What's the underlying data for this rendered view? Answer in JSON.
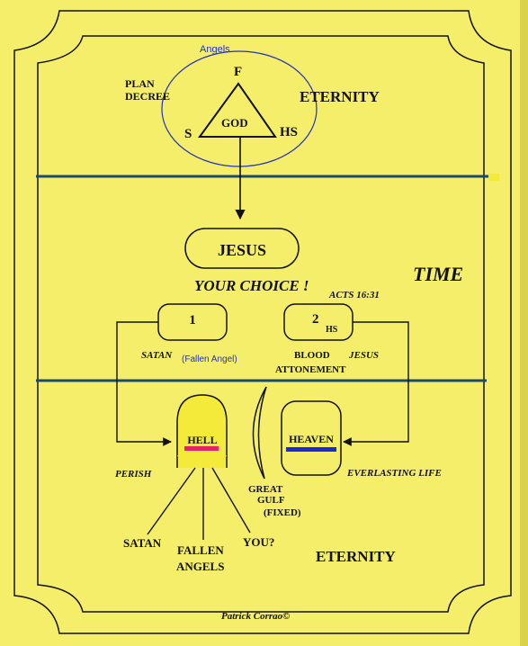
{
  "colors": {
    "background": "#f5ee6b",
    "line": "#111111",
    "divider": "#1a4b6e",
    "hell_fill": "#f3ea3a",
    "hell_bar": "#e0226a",
    "heaven_bar": "#1a2ad8",
    "angels_text": "#2233bb"
  },
  "top": {
    "angels": "Angels",
    "plan": "PLAN",
    "decree": "DECREE",
    "f": "F",
    "god": "GOD",
    "s": "S",
    "hs": "HS",
    "eternity": "ETERNITY"
  },
  "middle": {
    "jesus": "JESUS",
    "your_choice": "YOUR CHOICE !",
    "time": "TIME",
    "acts": "ACTS 16:31",
    "choice1": "1",
    "choice2": "2",
    "choice2_sub": "HS",
    "satan": "SATAN",
    "fallen_angel": "(Fallen Angel)",
    "blood": "BLOOD",
    "jesus_italic": "JESUS",
    "attonement": "ATTONEMENT"
  },
  "bottom": {
    "hell": "HELL",
    "heaven": "HEAVEN",
    "perish": "PERISH",
    "everlasting": "EVERLASTING LIFE",
    "great": "GREAT",
    "gulf": "GULF",
    "fixed": "(FIXED)",
    "satan": "SATAN",
    "fallen": "FALLEN",
    "angels": "ANGELS",
    "you": "YOU?",
    "eternity": "ETERNITY",
    "credit": "Patrick Corrao©"
  }
}
